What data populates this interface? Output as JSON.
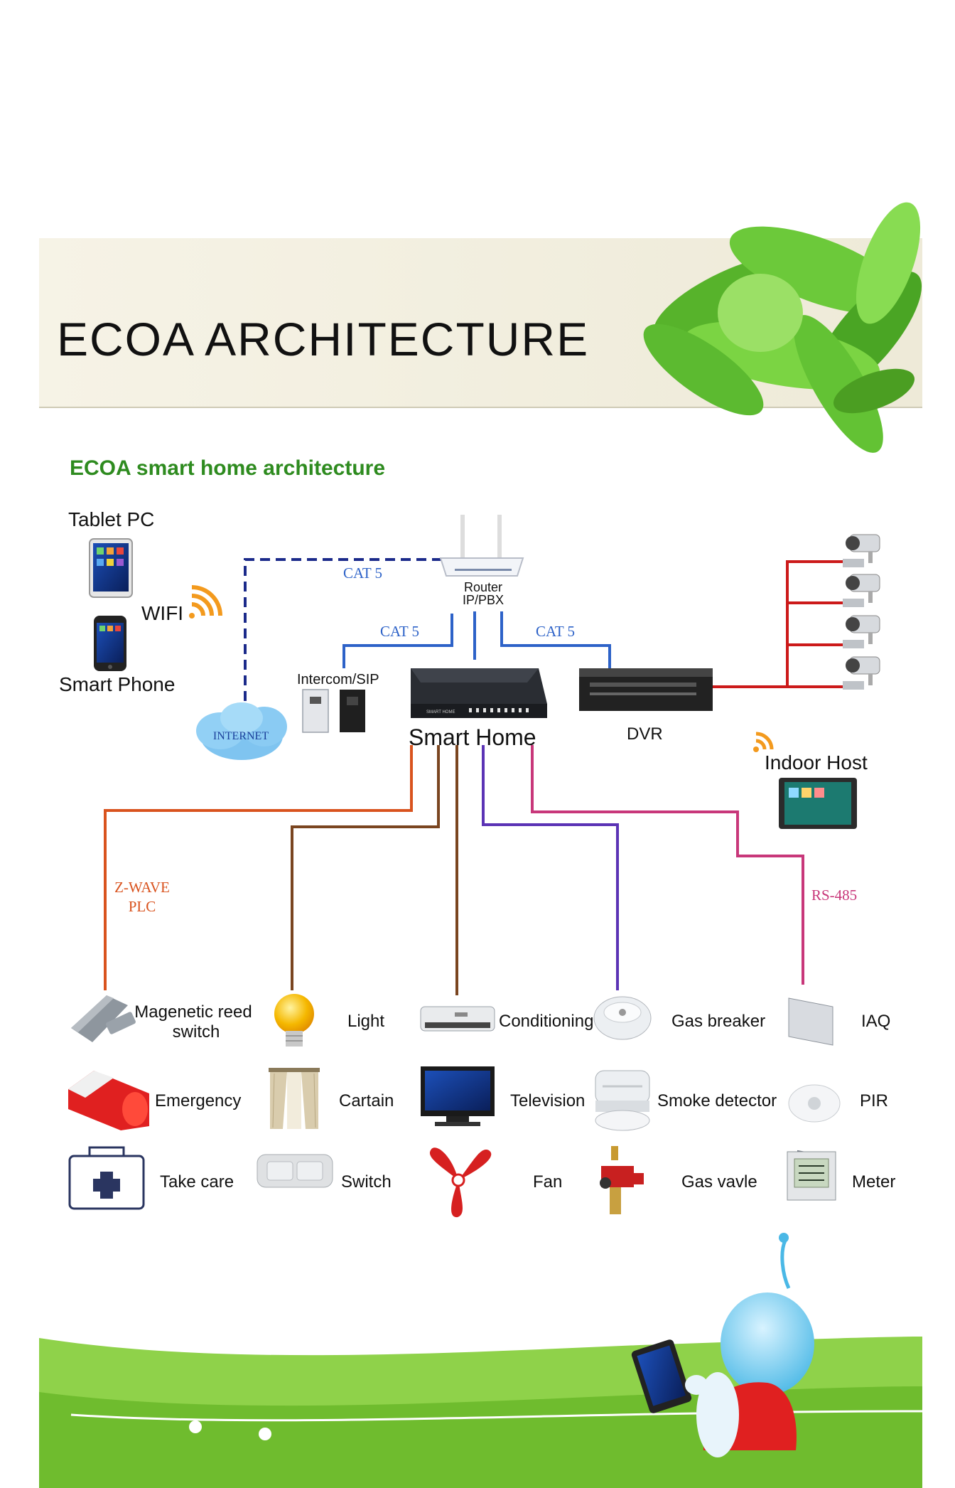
{
  "banner": {
    "title": "ECOA ARCHITECTURE"
  },
  "section_title": "ECOA smart home architecture",
  "network": {
    "tablet_pc": "Tablet PC",
    "smart_phone": "Smart Phone",
    "wifi": "WIFI",
    "internet": "INTERNET",
    "router_line1": "Router",
    "router_line2": "IP/PBX",
    "cat5": "CAT 5",
    "intercom": "Intercom/SIP",
    "smart_home": "Smart Home",
    "smart_home_device": "SMART HOME",
    "dvr": "DVR",
    "indoor_host": "Indoor Host",
    "zwave_line1": "Z-WAVE",
    "zwave_line2": "PLC",
    "rs485": "RS-485"
  },
  "devices": {
    "row1": [
      "Magenetic reed",
      "switch",
      "Light",
      "Conditioning",
      "Gas breaker",
      "IAQ"
    ],
    "row2": [
      "Emergency",
      "Cartain",
      "Television",
      "Smoke detector",
      "PIR"
    ],
    "row3": [
      "Take care",
      "Switch",
      "Fan",
      "Gas vavle",
      "Meter"
    ]
  },
  "colors": {
    "title_green": "#2e8b1f",
    "cat5_blue": "#2d62c8",
    "internet_navy": "#1b2a8a",
    "dvr_red": "#cc1a1a",
    "zwave_orange": "#d9531e",
    "brown": "#7a4520",
    "purple": "#5b33b5",
    "rs485_pink": "#c8377a",
    "grass_green": "#7ec837"
  }
}
